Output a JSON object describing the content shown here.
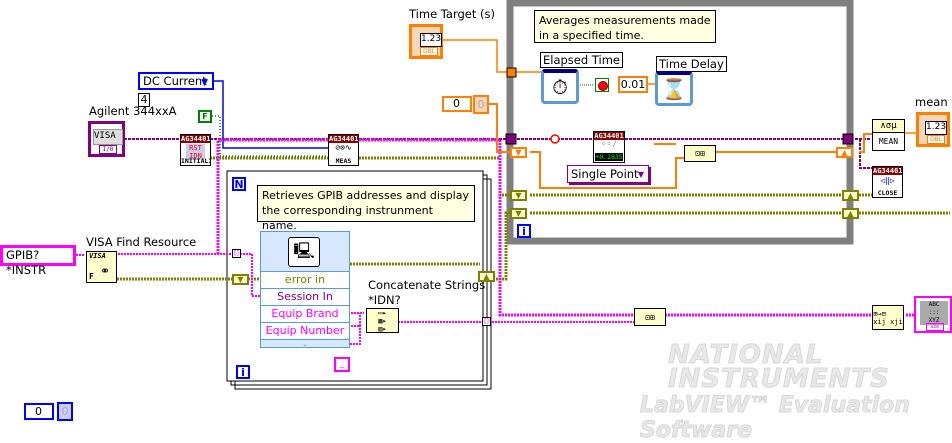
{
  "labels": {
    "agilent": "Agilent 344xxA",
    "visa_find": "VISA Find Resource",
    "time_target": "Time Target (s)",
    "elapsed_time": "Elapsed Time",
    "time_delay": "Time Delay",
    "mean": "mean",
    "concat": "Concatenate Strings",
    "idn": "*IDN?"
  },
  "comments": {
    "loop_note": "Averages measurements made in a specified time.",
    "for_note": "Retrieves GPIB addresses and display the corresponding instrunment name."
  },
  "controls": {
    "function_enum": "DC Current",
    "function_enum_value": "4",
    "boolean_false": "F",
    "visa_ref": "VISA",
    "visa_io": "I/0",
    "resource_string": "GPIB?*INSTR",
    "time_target_value": "1.23",
    "time_target_type": "DBL",
    "index_value": "0",
    "index_display": "0",
    "delay_value": "0.01",
    "mean_value": "1.23",
    "mean_type": "DBL",
    "bottom_index_value": "0",
    "bottom_index_display": "0",
    "measurement_mode": "Single Point",
    "string_constant": "_"
  },
  "subvis": {
    "initialize": {
      "header": "AG34401",
      "footer": "INITIALIZE"
    },
    "meas": {
      "header": "AG34401",
      "footer": "MEAS"
    },
    "read": {
      "header": "AG34401",
      "readout": "+0.2835"
    },
    "close": {
      "header": "AG34401",
      "footer": "CLOSE"
    },
    "mean_fn": {
      "symbol": "∧σμ",
      "footer": "MEAN"
    },
    "visa_find": {
      "header": "VISA",
      "footer": "F"
    }
  },
  "property_node": {
    "rows": [
      "error in",
      "Session In",
      "Equip Brand",
      "Equip Number"
    ]
  },
  "loop_labels": {
    "for_count": "N",
    "iteration": "i",
    "while_iteration": "i"
  },
  "watermark": {
    "line1": "NATIONAL",
    "line2": "INSTRUMENTS",
    "line3": "LabVIEW™ Evaluation Software"
  },
  "colors": {
    "refnum_wire": "#800080",
    "string_wire": "#ff00ff",
    "numeric_wire": "#ff7f00",
    "error_wire": "#808000",
    "enum_wire": "#0000ff",
    "boolean_wire": "#008000",
    "loop_border": "#808080"
  }
}
